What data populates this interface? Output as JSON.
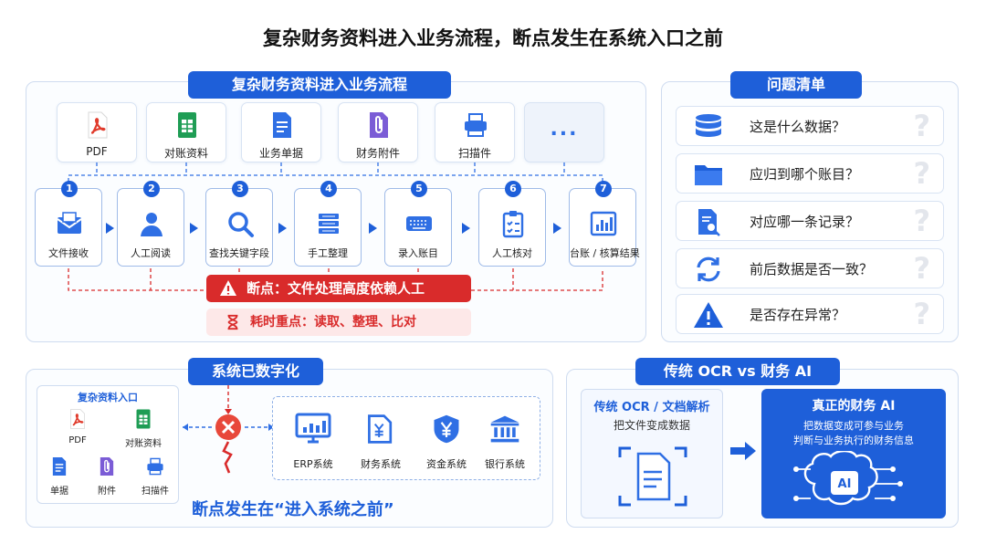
{
  "title": "复杂财务资料进入业务流程，断点发生在系统入口之前",
  "flow": {
    "header": "复杂财务资料进入业务流程",
    "sources": [
      "PDF",
      "对账资料",
      "业务单据",
      "财务附件",
      "扫描件",
      "..."
    ],
    "steps": [
      {
        "num": "1",
        "label": "文件接收"
      },
      {
        "num": "2",
        "label": "人工阅读"
      },
      {
        "num": "3",
        "label": "查找关键字段"
      },
      {
        "num": "4",
        "label": "手工整理"
      },
      {
        "num": "5",
        "label": "录入账目"
      },
      {
        "num": "6",
        "label": "人工核对"
      },
      {
        "num": "7",
        "label": "台账 / 核算结果"
      }
    ],
    "breakpoint": "断点：文件处理高度依赖人工",
    "timecost": "耗时重点：读取、整理、比对"
  },
  "issues": {
    "header": "问题清单",
    "items": [
      "这是什么数据？",
      "应归到哪个账目？",
      "对应哪一条记录？",
      "前后数据是否一致？",
      "是否存在异常？"
    ],
    "mark": "?"
  },
  "digital": {
    "header": "系统已数字化",
    "entry_title": "复杂资料入口",
    "entry_items": [
      "PDF",
      "对账资料",
      "单据",
      "附件",
      "扫描件"
    ],
    "systems": [
      "ERP系统",
      "财务系统",
      "资金系统",
      "银行系统"
    ],
    "caption": "断点发生在“进入系统之前”"
  },
  "ocr_vs_ai": {
    "header": "传统 OCR vs 财务 AI",
    "ocr_title": "传统 OCR / 文档解析",
    "ocr_desc": "把文件变成数据",
    "ai_title": "真正的财务 AI",
    "ai_desc_1": "把数据变成可参与业务",
    "ai_desc_2": "判断与业务执行的财务信息",
    "ai_badge": "AI"
  },
  "colors": {
    "accent": "#1e5fd9",
    "danger": "#d92b2b",
    "soft_red": "#fde8e8"
  }
}
